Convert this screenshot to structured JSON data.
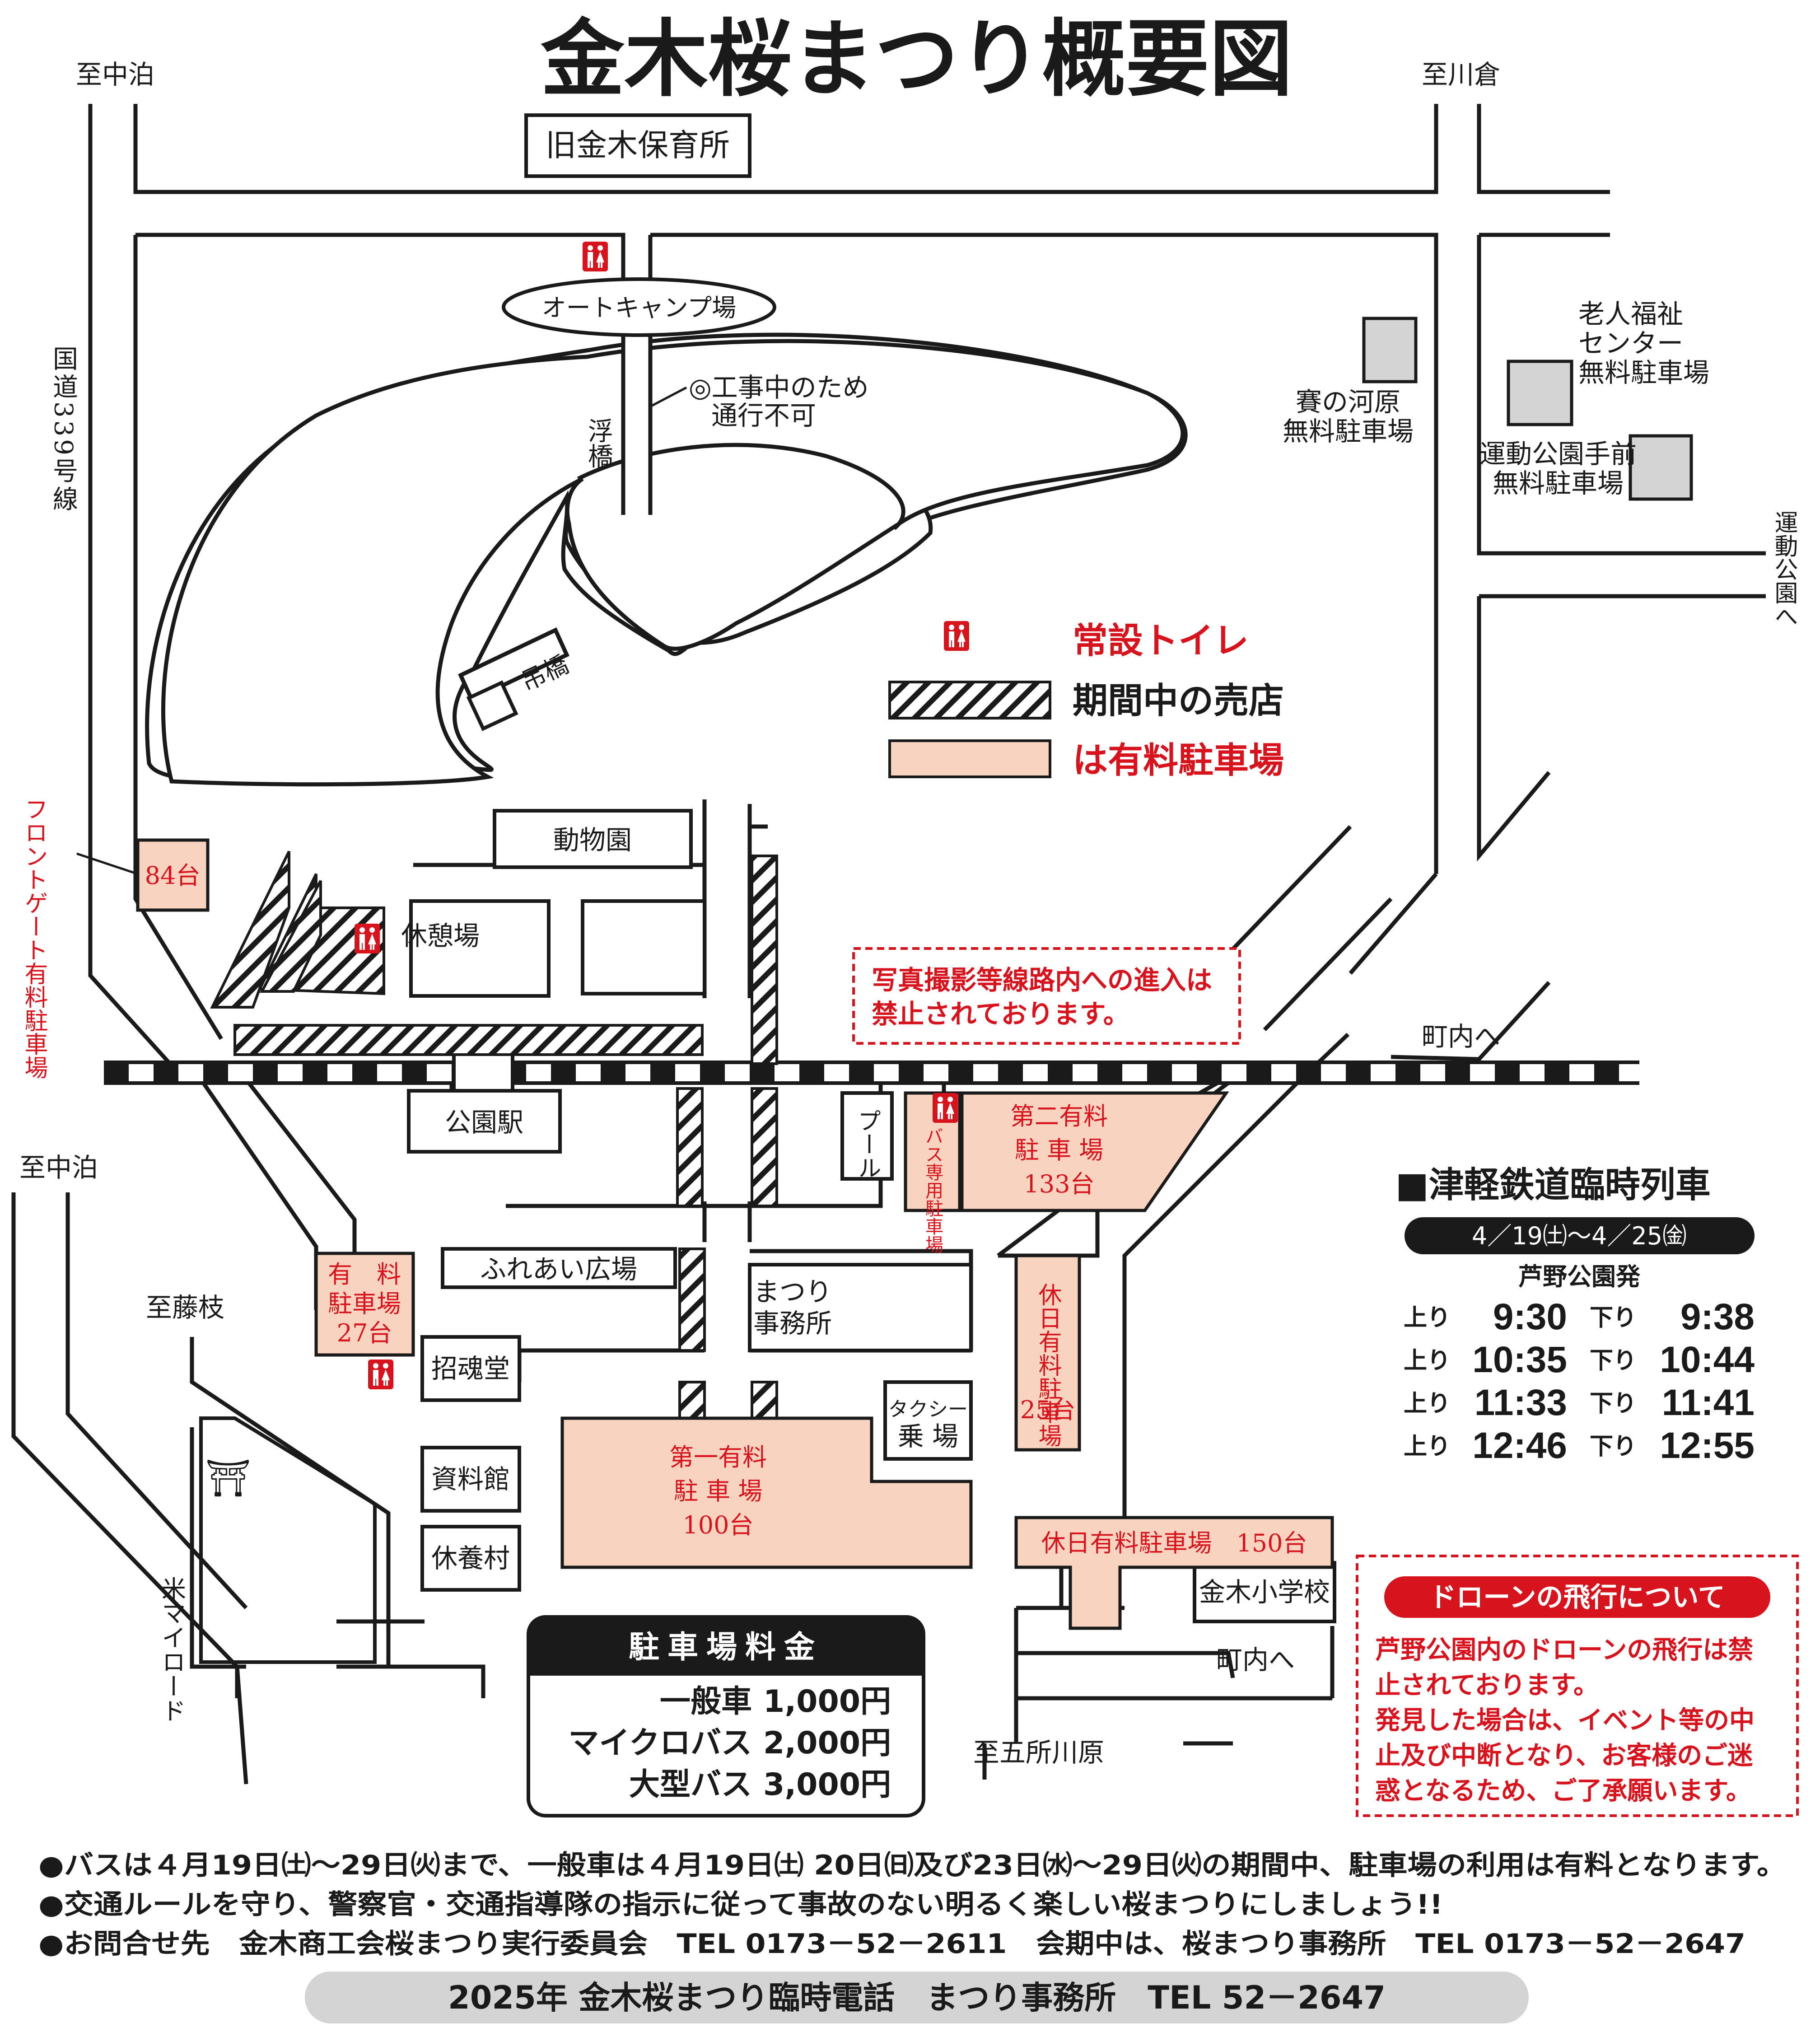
{
  "title": "金木桜まつり概要図",
  "colors": {
    "red": "#d7141e",
    "paid_fill": "#f8d3c0",
    "gray_fill": "#d4d4d4",
    "ink": "#1a1a1a"
  },
  "directions": {
    "to_nakadomari_top": "至中泊",
    "to_kawakura": "至川倉",
    "to_nakadomari_mid": "至中泊",
    "to_fujieda": "至藤枝",
    "to_goshogawara": "至五所川原",
    "to_town_right": "町内へ",
    "to_town_bottom": "町内へ",
    "to_sports_park": "運動公園へ",
    "route339": "国道339号線",
    "rice_road": "米マイロード"
  },
  "places": {
    "old_nursery": "旧金木保育所",
    "auto_camp": "オートキャンプ場",
    "floating_bridge": "浮橋",
    "construction_note_1": "◎工事中のため",
    "construction_note_2": "通行不可",
    "suspension_bridge": "吊橋",
    "zoo": "動物園",
    "rest_area": "休憩場",
    "park_station": "公園駅",
    "pool": "プール",
    "fureai_plaza": "ふれあい広場",
    "shokon_do": "招魂堂",
    "matsuri_office_1": "まつり",
    "matsuri_office_2": "事務所",
    "taxi_1": "タクシー",
    "taxi_2": "乗 場",
    "museum": "資料館",
    "kyuyo_mura": "休養村",
    "kanagi_school": "金木小学校",
    "shrine_symbol": "⛩"
  },
  "parking": {
    "front_gate_label": "フロントゲート有料駐車場",
    "front_gate_count": "84台",
    "sainokawara_1": "賽の河原",
    "sainokawara_2": "無料駐車場",
    "elderly_1": "老人福祉",
    "elderly_2": "センター",
    "elderly_3": "無料駐車場",
    "sports_1": "運動公園手前",
    "sports_2": "無料駐車場",
    "second_1": "第二有料",
    "second_2": "駐 車 場",
    "second_3": "133台",
    "bus_only": "バス専用駐車場",
    "holiday25_label": "休日有料駐車場",
    "holiday25_count": "25台",
    "paid27_1": "有　料",
    "paid27_2": "駐車場",
    "paid27_3": "27台",
    "first_1": "第一有料",
    "first_2": "駐 車 場",
    "first_3": "100台",
    "holiday150": "休日有料駐車場　150台"
  },
  "legend": {
    "toilet": "常設トイレ",
    "stall": "期間中の売店",
    "paid_parking": "は有料駐車場"
  },
  "notices": {
    "photo_1": "写真撮影等線路内への進入は",
    "photo_2": "禁止されております。",
    "drone_title": "ドローンの飛行について",
    "drone_1": "芦野公園内のドローンの飛行は禁",
    "drone_2": "止されております。",
    "drone_3": "発見した場合は、イベント等の中",
    "drone_4": "止及び中断となり、お客様のご迷",
    "drone_5": "惑となるため、ご了承願います。"
  },
  "train": {
    "title": "■津軽鉄道臨時列車",
    "period": "4／19㈯～4／25㈮",
    "station": "芦野公園発",
    "up_label": "上り",
    "down_label": "下り",
    "rows": [
      {
        "up": "9:30",
        "down": "9:38"
      },
      {
        "up": "10:35",
        "down": "10:44"
      },
      {
        "up": "11:33",
        "down": "11:41"
      },
      {
        "up": "12:46",
        "down": "12:55"
      }
    ]
  },
  "fees": {
    "title": "駐車場料金",
    "rows": [
      {
        "name": "一般車",
        "price": "1,000円"
      },
      {
        "name": "マイクロバス",
        "price": "2,000円"
      },
      {
        "name": "大型バス",
        "price": "3,000円"
      }
    ]
  },
  "footer": {
    "line1": "●バスは４月19日㈯～29日㈫まで、一般車は４月19日㈯ 20日㈰及び23日㈬～29日㈫の期間中、駐車場の利用は有料となります。",
    "line2": "●交通ルールを守り、警察官・交通指導隊の指示に従って事故のない明るく楽しい桜まつりにしましょう!!",
    "line3": "●お問合せ先　金木商工会桜まつり実行委員会　TEL 0173－52－2611　会期中は、桜まつり事務所　TEL 0173－52－2647",
    "bar": "2025年  金木桜まつり臨時電話　まつり事務所　TEL 52－2647"
  }
}
